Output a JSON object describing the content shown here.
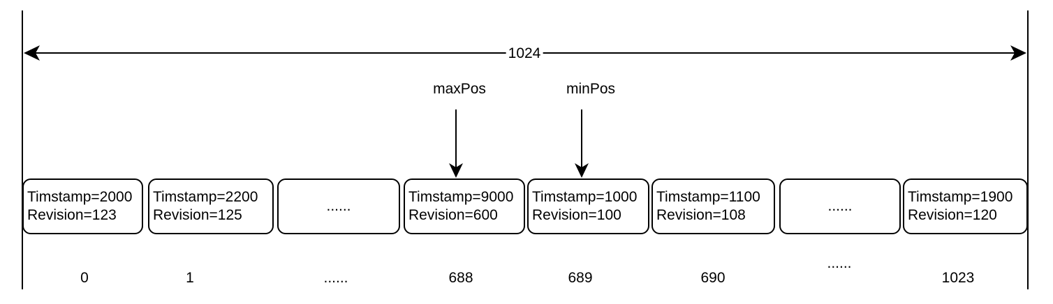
{
  "diagram": {
    "capacity_label": "1024",
    "pointers": {
      "max": {
        "label": "maxPos",
        "target_index": "688"
      },
      "min": {
        "label": "minPos",
        "target_index": "689"
      }
    },
    "cells": [
      {
        "line1": "Timstamp=2000",
        "line2": "Revision=123",
        "index": "0"
      },
      {
        "line1": "Timstamp=2200",
        "line2": "Revision=125",
        "index": "1"
      },
      {
        "ellipsis": "......",
        "index": "......"
      },
      {
        "line1": "Timstamp=9000",
        "line2": "Revision=600",
        "index": "688"
      },
      {
        "line1": "Timstamp=1000",
        "line2": "Revision=100",
        "index": "689"
      },
      {
        "line1": "Timstamp=1100",
        "line2": "Revision=108",
        "index": "690"
      },
      {
        "ellipsis": "......",
        "index": "......"
      },
      {
        "line1": "Timstamp=1900",
        "line2": "Revision=120",
        "index": "1023"
      }
    ],
    "colors": {
      "stroke": "#000000",
      "background": "#ffffff"
    }
  }
}
